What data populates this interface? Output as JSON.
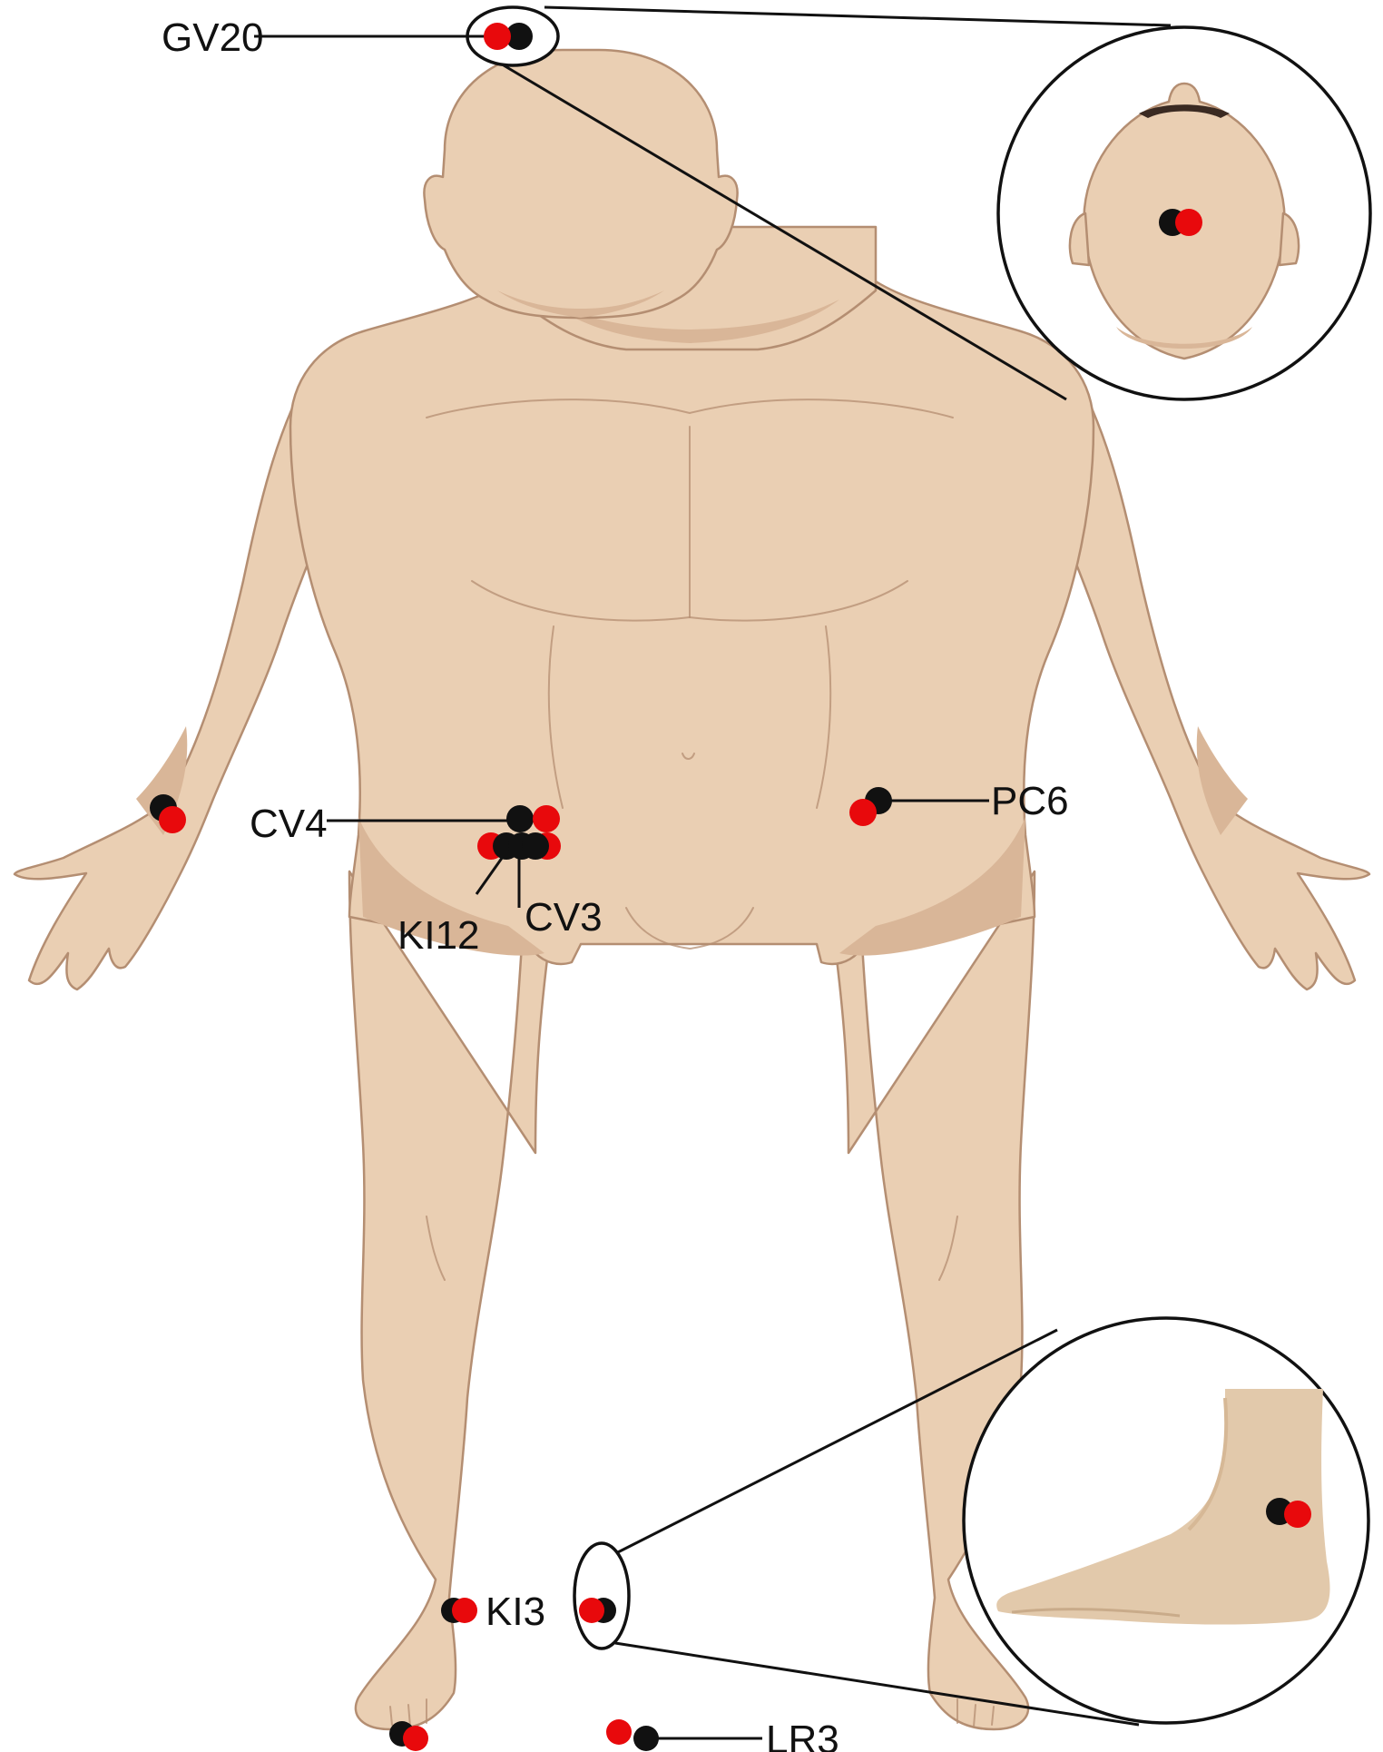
{
  "points": [
    {
      "id": "GV20",
      "label": "GV20"
    },
    {
      "id": "CV4",
      "label": "CV4"
    },
    {
      "id": "KI12",
      "label": "KI12"
    },
    {
      "id": "CV3",
      "label": "CV3"
    },
    {
      "id": "PC6",
      "label": "PC6"
    },
    {
      "id": "KI3",
      "label": "KI3"
    },
    {
      "id": "LR3",
      "label": "LR3"
    }
  ],
  "colors": {
    "skin": "#eacfb3",
    "skin_shadow": "#d9b698",
    "outline": "#b48e72",
    "foot_photo_skin": "#e2c9ab",
    "marker_black": "#111111",
    "marker_red": "#e8090c",
    "line": "#111111"
  },
  "icons": {
    "marker": "black-and-red-dot-pair",
    "inset_head": "top-of-head-view",
    "inset_foot": "medial-ankle-view"
  }
}
